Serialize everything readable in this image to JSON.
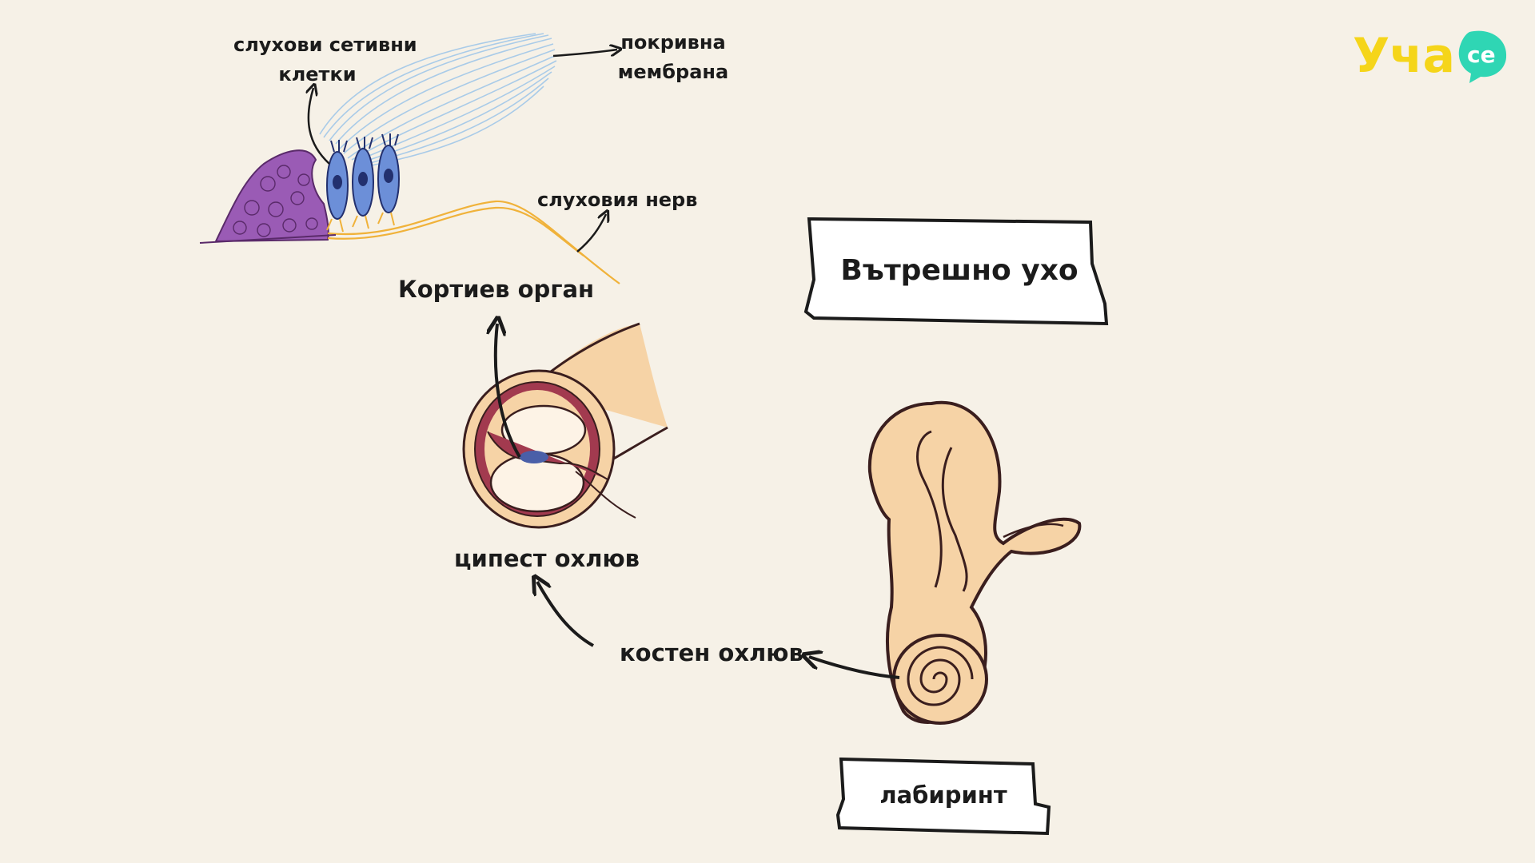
{
  "logo": {
    "text": "Уча",
    "badge": "се",
    "text_color": "#f5d51a",
    "badge_color": "#2fd6b4"
  },
  "title_box": {
    "text": "Вътрешно ухо"
  },
  "labyrinth_box": {
    "text": "лабиринт"
  },
  "labels": {
    "hair_cells": [
      "слухови сетивни",
      "клетки"
    ],
    "tectorial": [
      "покривна",
      "мембрана"
    ],
    "auditory_nerve": "слуховия нерв",
    "organ_of_corti": "Кортиев орган",
    "membranous_cochlea": "ципест охлюв",
    "bony_cochlea": "костен охлюв"
  },
  "colors": {
    "background": "#f6f1e7",
    "skin": "#f6d3a6",
    "outline": "#3a1e1e",
    "duct": "#a23a4f",
    "cells_blue": "#6c8fd8",
    "support_purple": "#9a5bb5",
    "nerve_orange": "#f0b23a",
    "membrane_blue": "#a9cbe8"
  }
}
